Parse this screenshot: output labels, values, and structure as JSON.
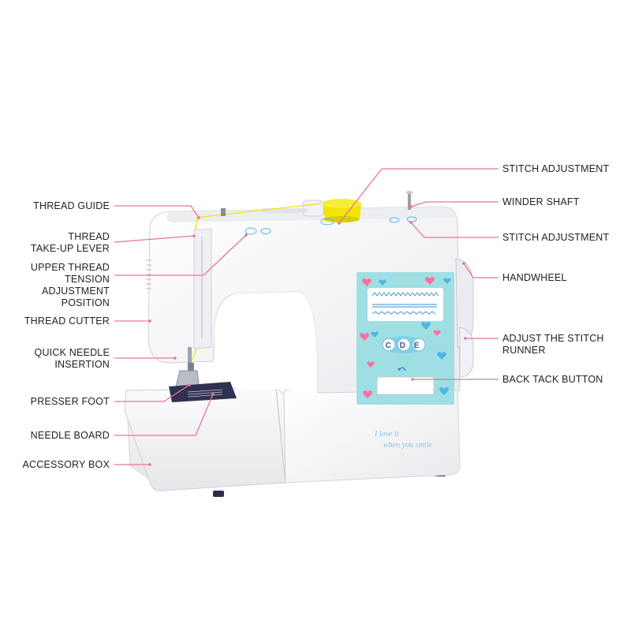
{
  "colors": {
    "leader": "#e8739a",
    "panel": "#9fdfe3",
    "body": "#f7f7f9",
    "thread": "#f2e600",
    "heart": "#ff6fa0",
    "heart_blue": "#4fb6e8"
  },
  "labels_left": [
    {
      "id": "thread-guide",
      "lines": [
        "THREAD GUIDE"
      ]
    },
    {
      "id": "thread-take-up-lever",
      "lines": [
        "THREAD",
        "TAKE-UP LEVER"
      ]
    },
    {
      "id": "upper-thread-tension",
      "lines": [
        "UPPER THREAD",
        "TENSION",
        "ADJUSTMENT",
        "POSITION"
      ]
    },
    {
      "id": "thread-cutter",
      "lines": [
        "THREAD CUTTER"
      ]
    },
    {
      "id": "quick-needle-insertion",
      "lines": [
        "QUICK NEEDLE",
        "INSERTION"
      ]
    },
    {
      "id": "presser-foot",
      "lines": [
        "PRESSER FOOT"
      ]
    },
    {
      "id": "needle-board",
      "lines": [
        "NEEDLE BOARD"
      ]
    },
    {
      "id": "accessory-box",
      "lines": [
        "ACCESSORY BOX"
      ]
    }
  ],
  "labels_right": [
    {
      "id": "stitch-adjustment-top",
      "lines": [
        "STITCH ADJUSTMENT"
      ]
    },
    {
      "id": "winder-shaft",
      "lines": [
        "WINDER SHAFT"
      ]
    },
    {
      "id": "stitch-adjustment-2",
      "lines": [
        "STITCH ADJUSTMENT"
      ]
    },
    {
      "id": "handwheel",
      "lines": [
        "HANDWHEEL"
      ]
    },
    {
      "id": "adjust-stitch-runner",
      "lines": [
        "ADJUST THE STITCH",
        "RUNNER"
      ]
    },
    {
      "id": "back-tack-button",
      "lines": [
        "BACK TACK BUTTON"
      ]
    }
  ],
  "panel": {
    "selector_letters": "C D E",
    "script_text_1": "I love it",
    "script_text_2": "when you smile"
  }
}
